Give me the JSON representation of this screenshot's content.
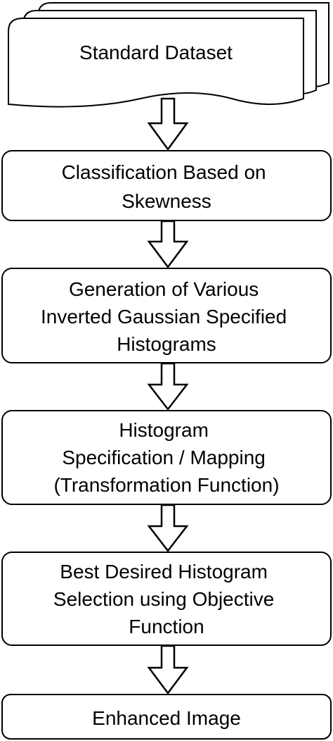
{
  "flowchart": {
    "input": {
      "label": "Standard Dataset"
    },
    "steps": [
      {
        "lines": [
          "Classification Based on",
          "Skewness"
        ]
      },
      {
        "lines": [
          "Generation of Various",
          "Inverted Gaussian Specified",
          "Histograms"
        ]
      },
      {
        "lines": [
          "Histogram",
          "Specification / Mapping",
          "(Transformation Function)"
        ]
      },
      {
        "lines": [
          "Best Desired Histogram",
          "Selection using Objective",
          "Function"
        ]
      },
      {
        "lines": [
          "Enhanced Image"
        ]
      }
    ]
  }
}
